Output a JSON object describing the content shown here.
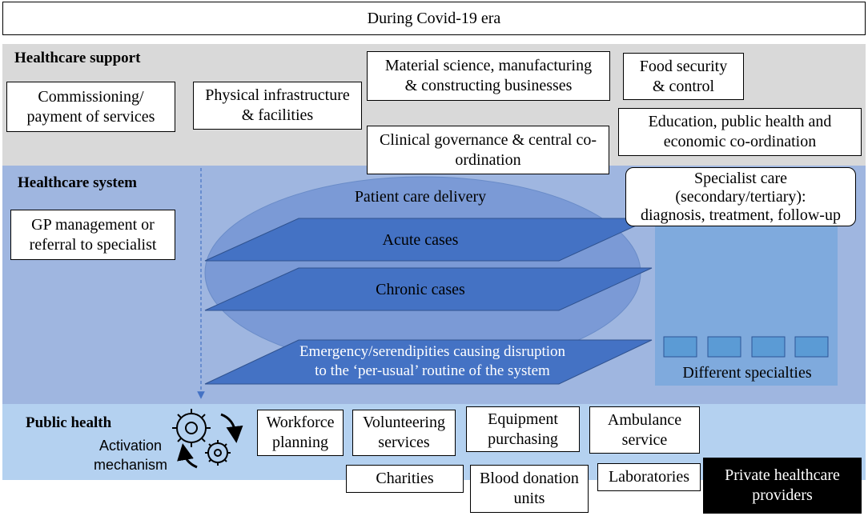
{
  "title": "During Covid-19 era",
  "healthcare_support": {
    "heading": "Healthcare support",
    "commissioning": "Commissioning/\npayment of services",
    "physical_infrastructure": "Physical infrastructure\n& facilities",
    "material_science": "Material science, manufacturing\n& constructing businesses",
    "food_security": "Food security\n& control",
    "education": "Education, public health and\neconomic co-ordination",
    "clinical_governance": "Clinical governance & central co-\nordination"
  },
  "healthcare_system": {
    "heading": "Healthcare system",
    "gp_management": "GP management or\nreferral to specialist",
    "patient_care_delivery": "Patient care delivery",
    "acute_cases": "Acute cases",
    "chronic_cases": "Chronic cases",
    "emergency": "Emergency/serendipities causing disruption\nto the ‘per-usual’ routine of the system",
    "specialist_care": "Specialist care\n(secondary/tertiary):\ndiagnosis, treatment, follow-up",
    "different_specialties": "Different specialties"
  },
  "public_health": {
    "heading": "Public health",
    "activation": "Activation\nmechanism",
    "workforce_planning": "Workforce\nplanning",
    "volunteering_services": "Volunteering\nservices",
    "equipment_purchasing": "Equipment\npurchasing",
    "ambulance_service": "Ambulance\nservice",
    "charities": "Charities",
    "blood_donation": "Blood donation\nunits",
    "laboratories": "Laboratories",
    "private_providers": "Private healthcare\nproviders"
  },
  "icons": [
    "gears-icon",
    "cycle-arrows-icon"
  ],
  "colors": {
    "support_band": "#d9d9d9",
    "system_band": "#9fb6e0",
    "public_band": "#b4d1f0",
    "ellipse": "#7b9ad6",
    "plane": "#4472c4",
    "specialty_panel": "#7faadd",
    "private_box": "#000000"
  }
}
